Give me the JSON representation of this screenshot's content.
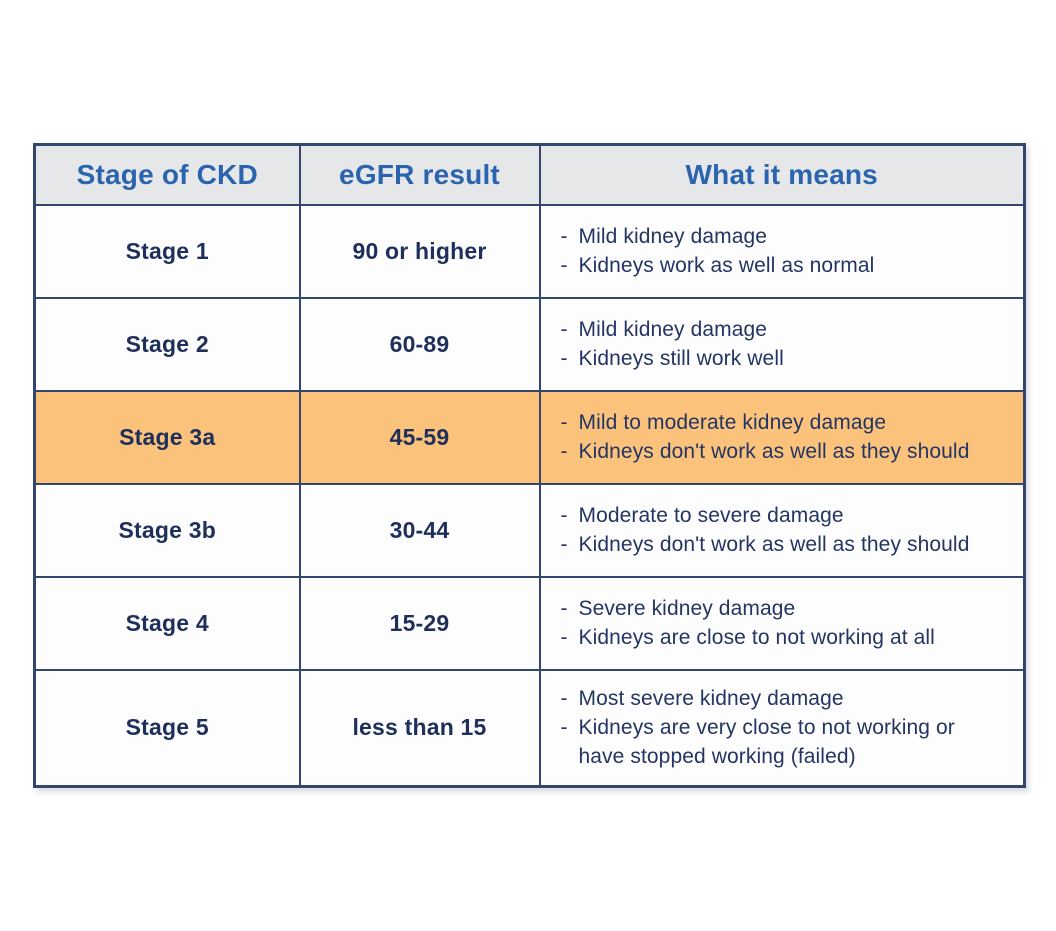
{
  "colors": {
    "border": "#33476e",
    "header_bg": "#e6e7e9",
    "header_text": "#2a64ae",
    "body_text": "#1e2f5b",
    "desc_text": "#243563",
    "highlight_bg": "#fbc27c",
    "cell_bg": "#fdfdfe",
    "page_bg": "#ffffff"
  },
  "chart_data": {
    "type": "table",
    "bullet_char": "-",
    "columns": [
      "Stage of CKD",
      "eGFR result",
      "What it means"
    ],
    "rows": [
      {
        "stage": "Stage 1",
        "egfr": "90 or higher",
        "bullets": [
          "Mild kidney damage",
          "Kidneys work as well as normal"
        ],
        "highlighted": false
      },
      {
        "stage": "Stage 2",
        "egfr": "60-89",
        "bullets": [
          "Mild kidney damage",
          "Kidneys still work well"
        ],
        "highlighted": false
      },
      {
        "stage": "Stage 3a",
        "egfr": "45-59",
        "bullets": [
          "Mild to moderate kidney damage",
          "Kidneys don't work as well as they should"
        ],
        "highlighted": true
      },
      {
        "stage": "Stage 3b",
        "egfr": "30-44",
        "bullets": [
          "Moderate to severe damage",
          "Kidneys don't work as well as they should"
        ],
        "highlighted": false
      },
      {
        "stage": "Stage 4",
        "egfr": "15-29",
        "bullets": [
          "Severe kidney damage",
          "Kidneys are close to not working at all"
        ],
        "highlighted": false
      },
      {
        "stage": "Stage 5",
        "egfr": "less than 15",
        "bullets": [
          "Most severe kidney damage",
          "Kidneys are very close to not working or have stopped working (failed)"
        ],
        "highlighted": false
      }
    ]
  }
}
